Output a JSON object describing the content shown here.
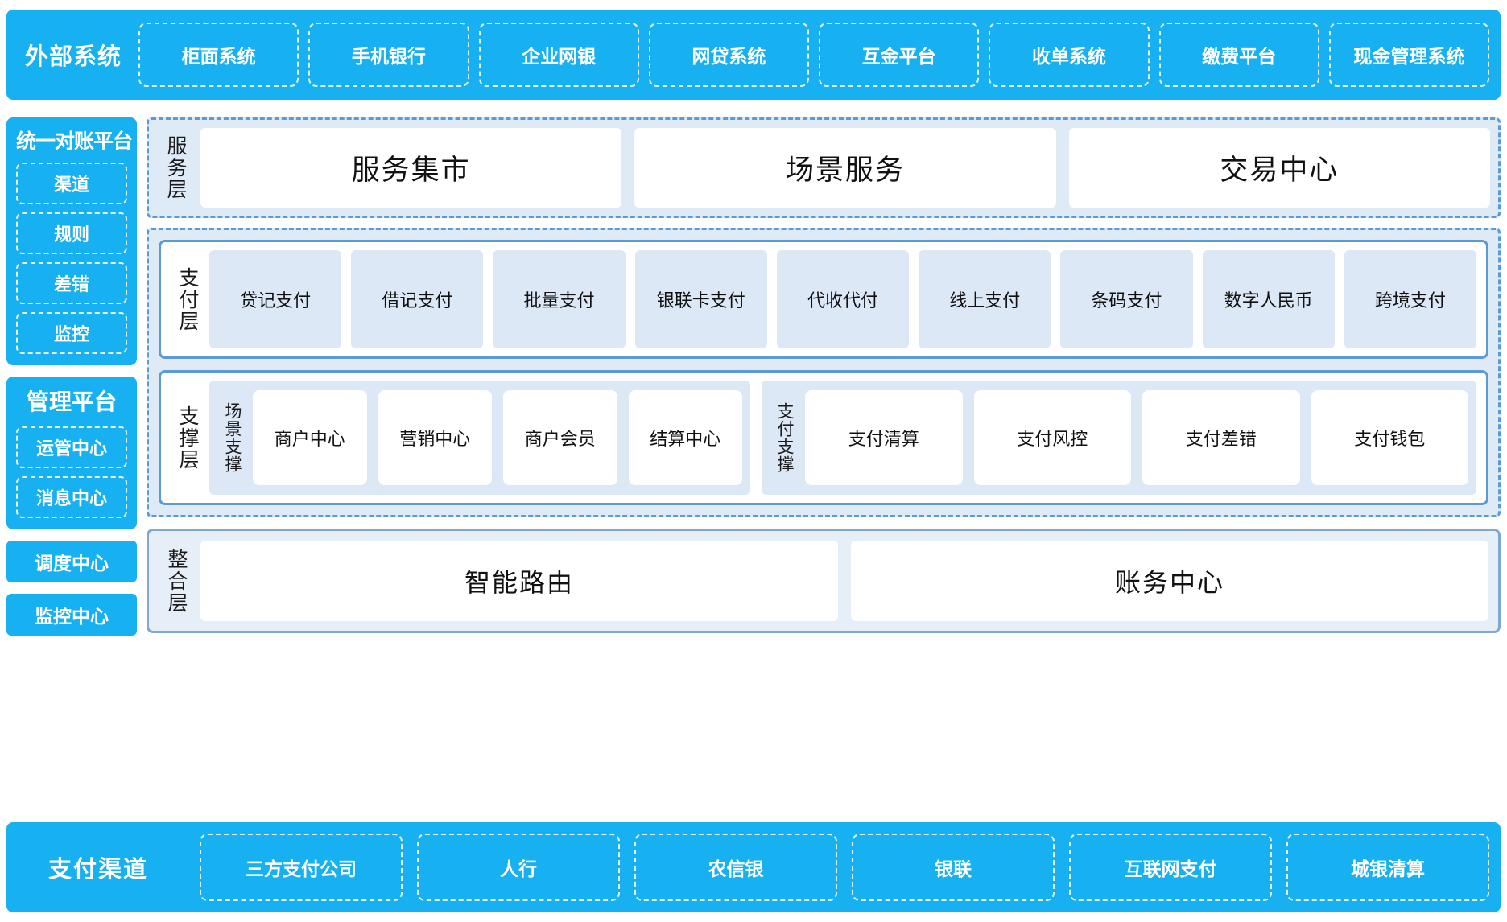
{
  "external": {
    "title": "外部系统",
    "systems": [
      "柜面系统",
      "手机银行",
      "企业网银",
      "网贷系统",
      "互金平台",
      "收单系统",
      "缴费平台",
      "现金管理系统"
    ]
  },
  "left": {
    "reconcile": {
      "title": "统一对账平台",
      "items": [
        "渠道",
        "规则",
        "差错",
        "监控"
      ]
    },
    "manage": {
      "title": "管理平台",
      "items": [
        "运管中心",
        "消息中心"
      ]
    },
    "standalone": [
      "调度中心",
      "监控中心"
    ]
  },
  "service_layer": {
    "label": "服务层",
    "items": [
      "服务集市",
      "场景服务",
      "交易中心"
    ]
  },
  "payment_layer": {
    "label": "支付层",
    "items": [
      "贷记支付",
      "借记支付",
      "批量支付",
      "银联卡支付",
      "代收代付",
      "线上支付",
      "条码支付",
      "数字人民币",
      "跨境支付"
    ]
  },
  "support_layer": {
    "label": "支撑层",
    "groups": [
      {
        "label": "场景支撑",
        "items": [
          "商户中心",
          "营销中心",
          "商户会员",
          "结算中心"
        ]
      },
      {
        "label": "支付支撑",
        "items": [
          "支付清算",
          "支付风控",
          "支付差错",
          "支付钱包"
        ]
      }
    ]
  },
  "integration_layer": {
    "label": "整合层",
    "items": [
      "智能路由",
      "账务中心"
    ]
  },
  "channels": {
    "title": "支付渠道",
    "items": [
      "三方支付公司",
      "人行",
      "农信银",
      "银联",
      "互联网支付",
      "城银清算"
    ]
  },
  "colors": {
    "brand_cyan": "#17b0f0",
    "panel_blue_border": "#5b9bd5",
    "panel_bg": "#dfeaf7",
    "cell_bg": "#dde8f6"
  }
}
